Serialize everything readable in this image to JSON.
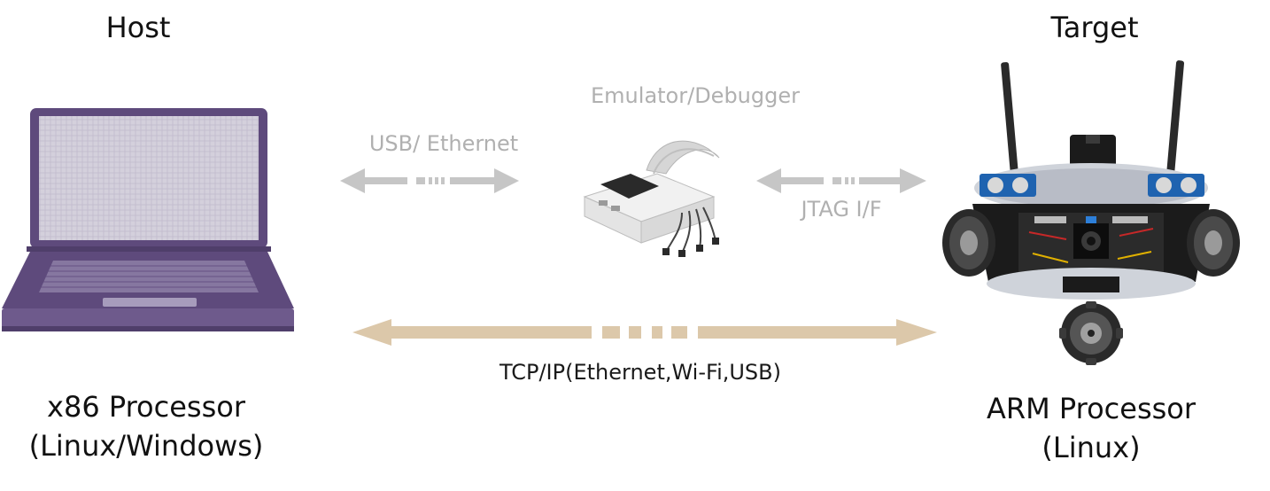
{
  "host": {
    "heading": "Host",
    "processor_line1": "x86 Processor",
    "processor_line2": "(Linux/Windows)"
  },
  "target": {
    "heading": "Target",
    "processor_line1": "ARM Processor",
    "processor_line2": "(Linux)"
  },
  "debugger": {
    "title": "Emulator/Debugger",
    "host_link_label": "USB/ Ethernet",
    "target_link_label": "JTAG I/F"
  },
  "network": {
    "label": "TCP/IP(Ethernet,Wi-Fi,USB)"
  },
  "colors": {
    "laptop": "#5e4a7c",
    "laptop_screen": "#d4d0dc",
    "grey_arrow": "#c6c6c6",
    "tan_arrow": "#dcc8aa",
    "robot_body": "#1b1b1b"
  },
  "icons": [
    "laptop-icon",
    "debugger-device-icon",
    "robot-icon"
  ]
}
